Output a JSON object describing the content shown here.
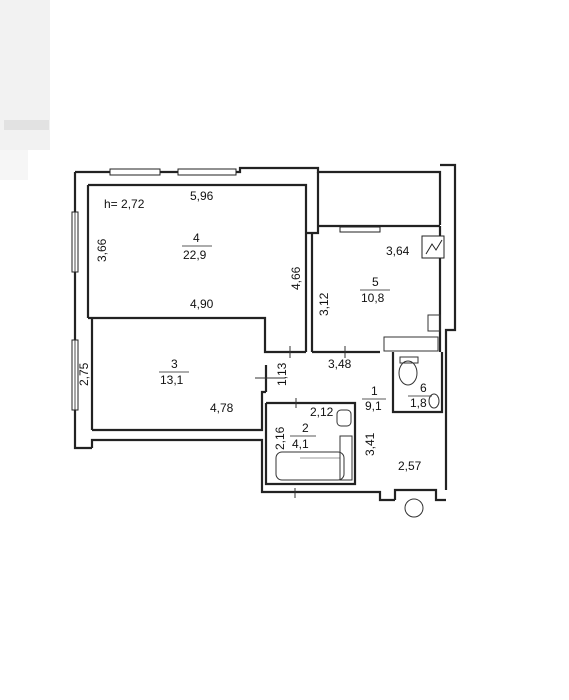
{
  "ceiling_height": "h= 2,72",
  "rooms": [
    {
      "id": "4",
      "area": "22,9"
    },
    {
      "id": "5",
      "area": "10,8"
    },
    {
      "id": "3",
      "area": "13,1"
    },
    {
      "id": "1",
      "area": "9,1"
    },
    {
      "id": "6",
      "area": "1,8"
    },
    {
      "id": "2",
      "area": "4,1"
    }
  ],
  "dimensions": {
    "d596": "5,96",
    "d366": "3,66",
    "d466": "4,66",
    "d490": "4,90",
    "d364": "3,64",
    "d312": "3,12",
    "d348": "3,48",
    "d275": "2,75",
    "d478": "4,78",
    "d113": "1,13",
    "d212": "2,12",
    "d216": "2,16",
    "d341": "3,41",
    "d257": "2,57"
  }
}
